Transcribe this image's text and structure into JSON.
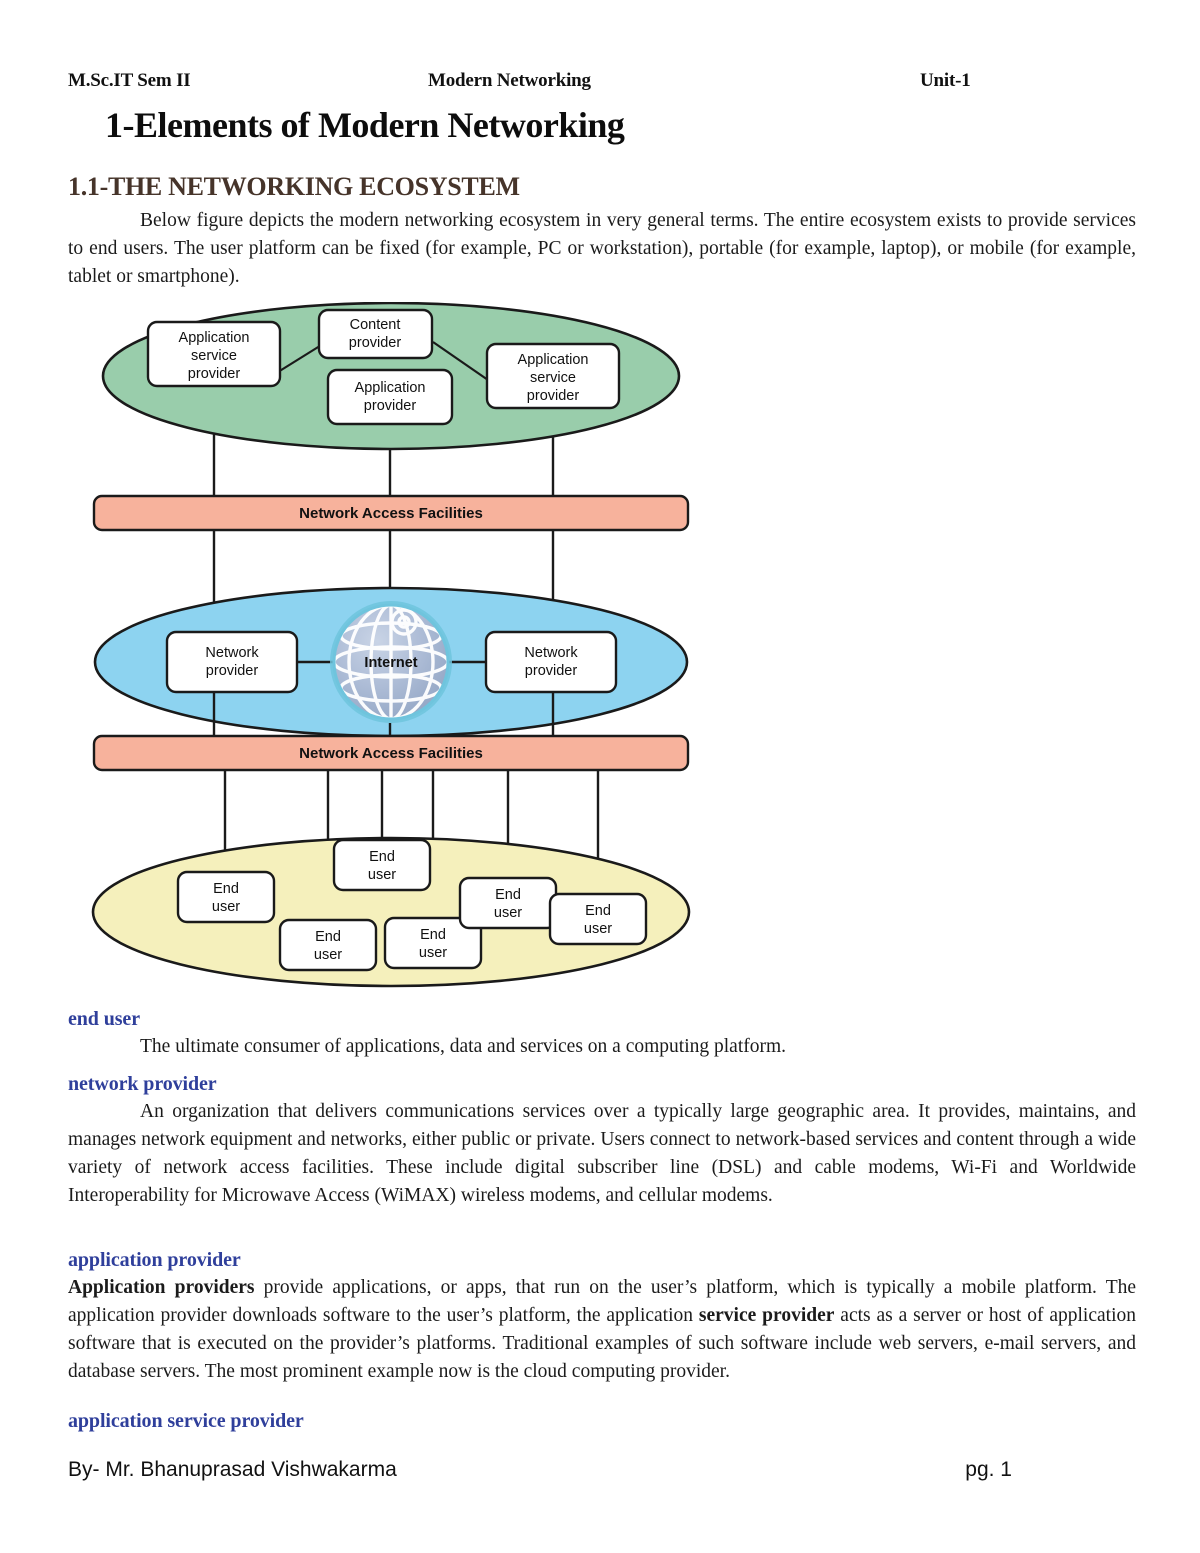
{
  "header": {
    "left": "M.Sc.IT Sem II",
    "center": "Modern Networking",
    "right": "Unit-1"
  },
  "chapter_title": "1-Elements of Modern Networking",
  "section": {
    "heading": "1.1-THE NETWORKING ECOSYSTEM",
    "intro": "Below figure depicts the modern networking ecosystem in very general terms. The entire ecosystem exists to provide services to end users. The user platform can be fixed (for example, PC or workstation), portable (for example, laptop), or mobile (for example, tablet or smartphone)."
  },
  "figure": {
    "colors": {
      "green_ellipse": "#99cdab",
      "blue_ellipse": "#8dd3f0",
      "yellow_ellipse": "#f5f0bc",
      "bar_fill": "#f7b29c",
      "box_fill": "#ffffff",
      "stroke": "#1a1a1a",
      "globe_ring": "#6fc4dd",
      "globe_body": "#a9b9d4"
    },
    "top_layer": {
      "nodes": [
        {
          "label_line1": "Application",
          "label_line2": "service",
          "label_line3": "provider"
        },
        {
          "label_line1": "Content",
          "label_line2": "provider",
          "label_line3": ""
        },
        {
          "label_line1": "Application",
          "label_line2": "provider",
          "label_line3": ""
        },
        {
          "label_line1": "Application",
          "label_line2": "service",
          "label_line3": "provider"
        }
      ]
    },
    "bars": {
      "upper_label": "Network Access Facilities",
      "lower_label": "Network Access Facilities"
    },
    "middle_layer": {
      "left_provider_line1": "Network",
      "left_provider_line2": "provider",
      "internet_label": "Internet",
      "right_provider_line1": "Network",
      "right_provider_line2": "provider"
    },
    "bottom_layer": {
      "end_user_line1": "End",
      "end_user_line2": "user",
      "count": 6
    }
  },
  "glossary": [
    {
      "term": "end user",
      "definition": "The ultimate consumer of applications, data and services on a computing platform."
    },
    {
      "term": "network provider",
      "definition": "An organization that delivers communications services over a typically large geographic area. It provides, maintains, and manages network equipment and networks, either public or private. Users connect to network-based services and content through a wide variety of network access facilities. These include digital subscriber line (DSL) and cable modems, Wi-Fi and Worldwide Interoperability for Microwave Access (WiMAX) wireless modems, and cellular modems."
    },
    {
      "term": "application provider",
      "definition_bold_lead": "Application providers",
      "definition_part1": " provide applications, or apps, that run on the user’s platform, which is typically a mobile platform. The application provider downloads software to the user’s platform, the application ",
      "definition_bold_mid": "service provider",
      "definition_part2": " acts as a server or host of application software that is executed on the provider’s platforms. Traditional examples of such software include web servers, e-mail servers, and database servers. The most prominent example now is the cloud computing provider."
    },
    {
      "term": "application service provider",
      "definition": ""
    }
  ],
  "footer": {
    "author": "By- Mr. Bhanuprasad Vishwakarma",
    "page": "pg. 1"
  }
}
